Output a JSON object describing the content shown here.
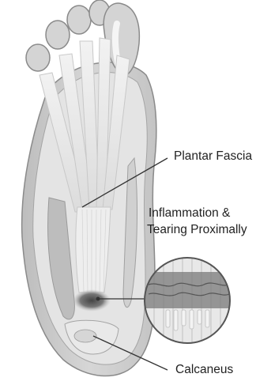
{
  "labels": {
    "plantar_fascia": "Plantar Fascia",
    "inflammation_line1": "Inflammation &",
    "inflammation_line2": "Tearing Proximally",
    "calcaneus": "Calcaneus"
  },
  "colors": {
    "background": "#ffffff",
    "foot_outline": "#8a8a8a",
    "tissue": "#e6e6e6",
    "fascia_fibers": "#f4f4f4",
    "inflamed_area": "#5a5a5a",
    "leader_lines": "#333333"
  }
}
